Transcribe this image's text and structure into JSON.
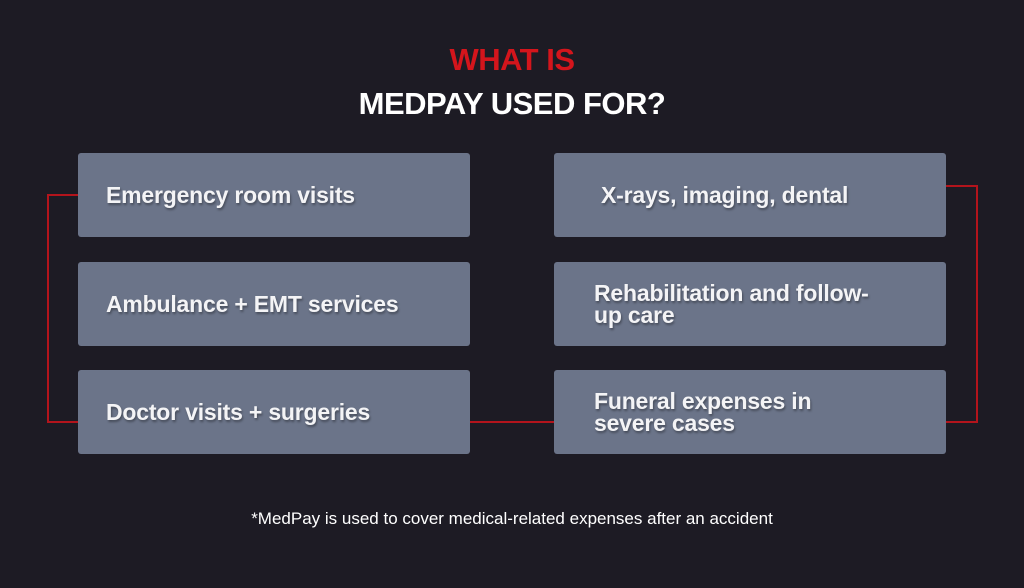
{
  "title": {
    "line1": "WHAT IS",
    "line2": "MEDPAY USED FOR?"
  },
  "colors": {
    "background": "#1d1b24",
    "accent_red": "#d4151c",
    "connector_red": "#b3141c",
    "box_fill": "#6b7489",
    "text": "#ffffff"
  },
  "left_column": {
    "items": [
      {
        "label": "Emergency room visits"
      },
      {
        "label": "Ambulance + EMT services"
      },
      {
        "label": "Doctor visits + surgeries"
      }
    ]
  },
  "right_column": {
    "items": [
      {
        "label": "X-rays, imaging, dental"
      },
      {
        "label": "Rehabilitation and follow-up care"
      },
      {
        "label": "Funeral expenses in severe cases"
      }
    ]
  },
  "footnote": "*MedPay is used to cover medical-related expenses after an accident"
}
